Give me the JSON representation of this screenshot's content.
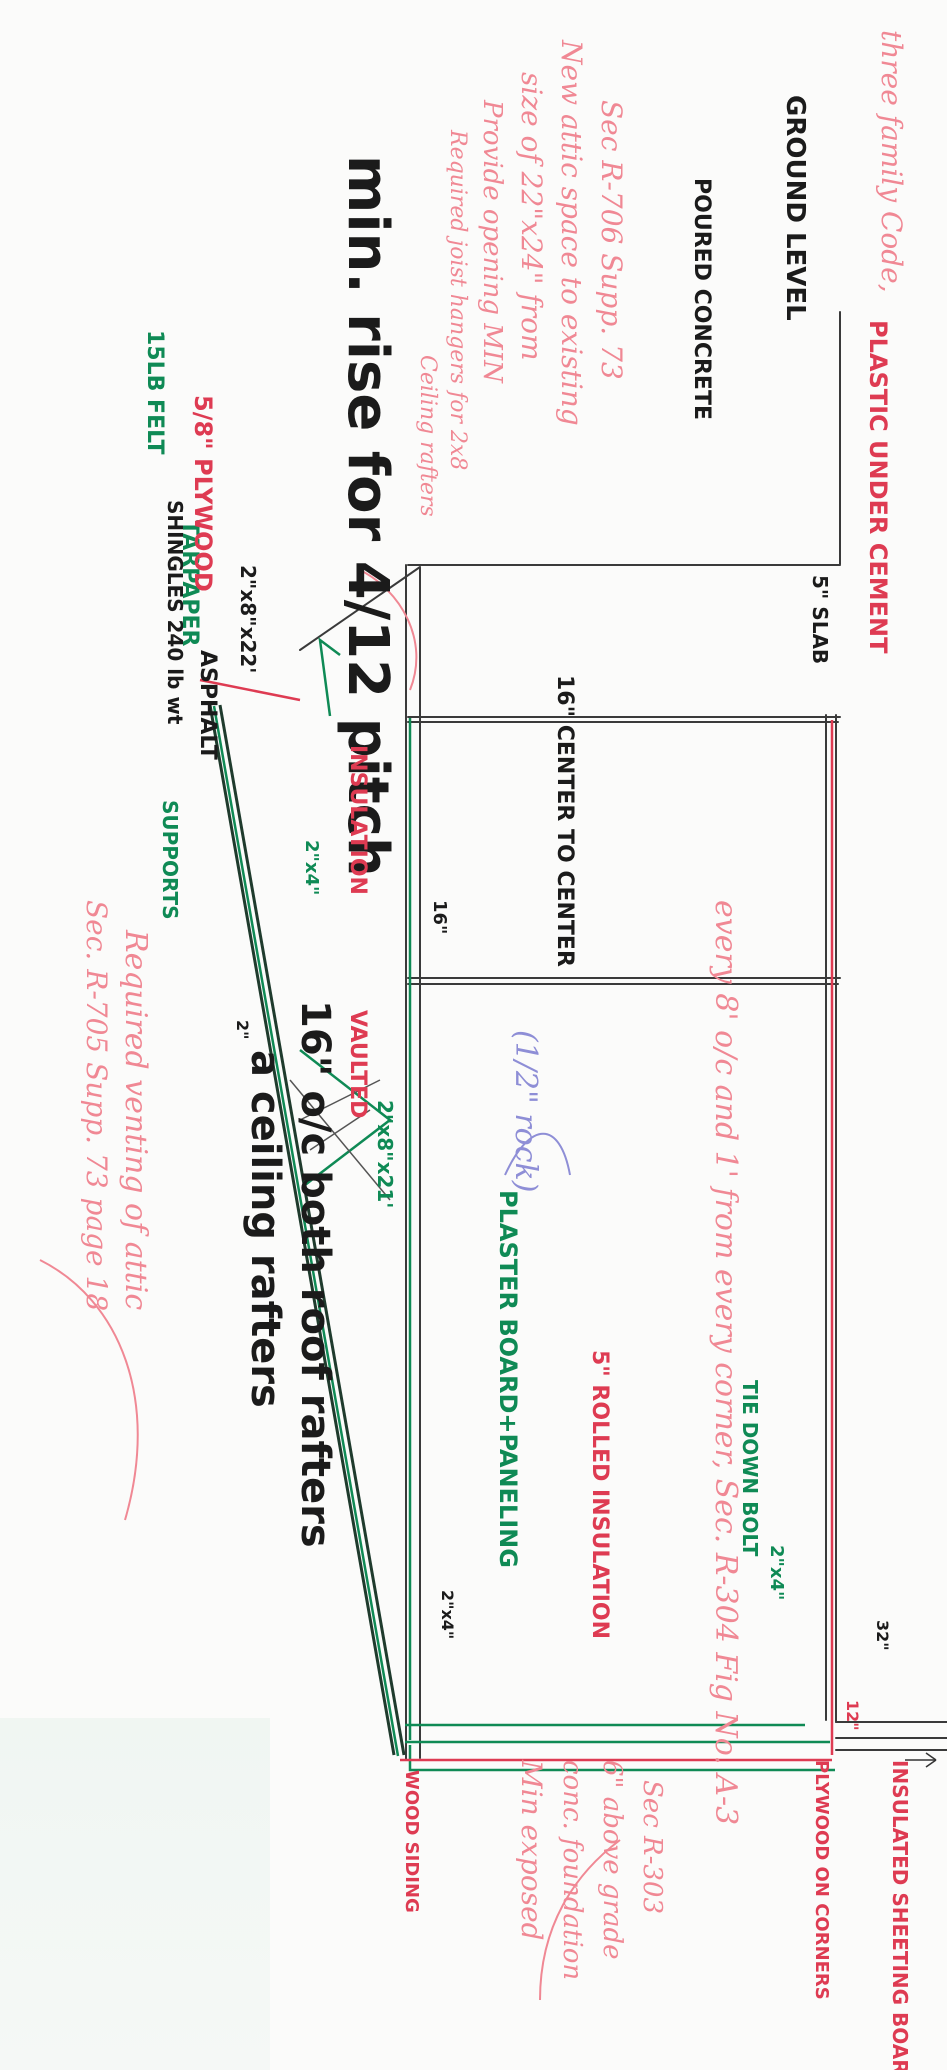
{
  "top_note": "three family Code,",
  "pitch": "min. rise for 4/12 pitch",
  "roof": {
    "asphalt": "ASPHALT",
    "shingles": "SHINGLES 240 lb wt",
    "tarpaper": "TARPAPER",
    "felt": "15LB FELT",
    "ridge_member": "2\"x8\"x22'",
    "plywood": "5/8\" PLYWOOD"
  },
  "joist_hangers_note": [
    "Required joist hangers for 2x8",
    "Ceiling rafters"
  ],
  "attic_opening_note": [
    "Provide opening MIN",
    "size of 22\"x24\" from",
    "New attic space to existing",
    "Sec R-706 Supp. 73"
  ],
  "slab": {
    "poured": "POURED CONCRETE",
    "ground_level": "GROUND LEVEL",
    "slab": "5\" SLAB",
    "plastic": "PLASTIC UNDER CEMENT"
  },
  "supports": "SUPPORTS",
  "supports_size": "2\"x4\"",
  "supports_small": "2\"",
  "insulation": "INSULATION",
  "vaulted": "VAULTED",
  "spacing": "16\" CENTER TO CENTER",
  "spacing_small": "16\"",
  "fig_note": "every 8' o/c and 1' from every corner, Sec. R-304   Fig No. A-3",
  "rafters_note": [
    "16\" o/c both roof rafters",
    "a ceiling rafters"
  ],
  "venting_note": [
    "Required venting of attic",
    "Sec. R-705 Supp. 73 page 18"
  ],
  "rafter_size": "2\"x8\"x21'",
  "plaster": "PLASTER BOARD+PANELING",
  "rock_note": "(1/2\" rock)",
  "rolled": "5\" ROLLED INSULATION",
  "tie_down": "TIE DOWN BOLT",
  "plate_size": "2\"x4\"",
  "wall_top_size": "2\"x4\"",
  "dim_32": "32\"",
  "dim_12": "12\"",
  "wood_siding": "WOOD SIDING",
  "plywood_corners": "PLYWOOD ON CORNERS",
  "insulated_sheeting": "INSULATED SHEETING BOARD",
  "foundation_note": [
    "Min exposed",
    "conc. foundation",
    "6\" above grade",
    "Sec R-303"
  ],
  "colors": {
    "ink": "#1b1b1b",
    "green": "#0f8a55",
    "red": "#de3b52",
    "pink": "#f08894",
    "blue": "#8e8ed6"
  }
}
